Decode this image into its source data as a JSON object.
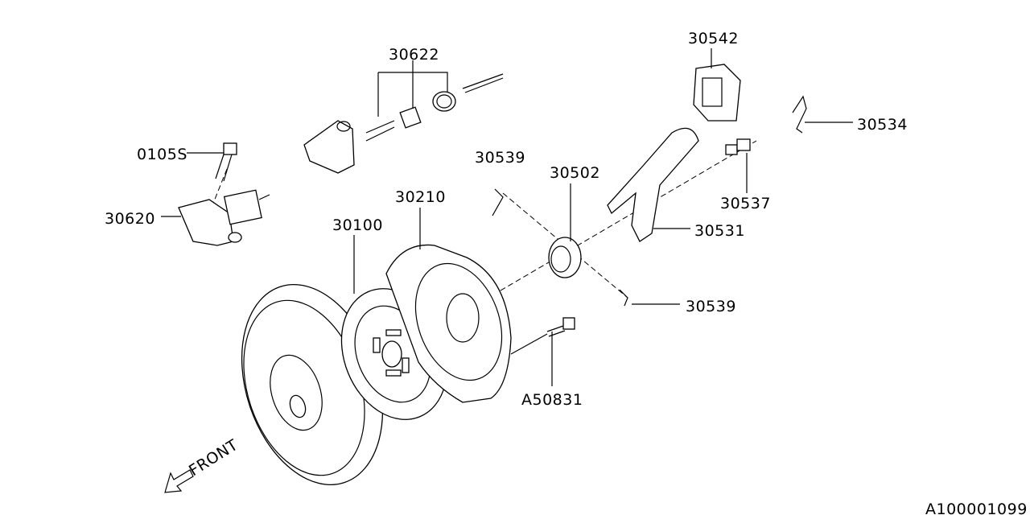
{
  "diagram": {
    "labels": {
      "p30542": "30542",
      "p30622": "30622",
      "p30534": "30534",
      "p0105s": "0105S",
      "p30539a": "30539",
      "p30502": "30502",
      "p30210": "30210",
      "p30537": "30537",
      "p30620": "30620",
      "p30100": "30100",
      "p30531": "30531",
      "p30539b": "30539",
      "pa50831": "A50831"
    },
    "front_label": "FRONT",
    "diagram_id": "A100001099"
  }
}
